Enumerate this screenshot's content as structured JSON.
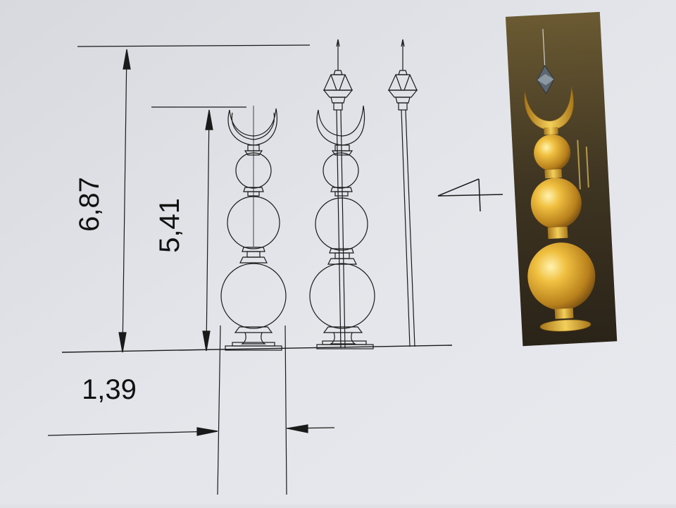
{
  "dimensions": {
    "total_height": "6,87",
    "finial_height": "5,41",
    "base_width": "1,39"
  },
  "sheet_number": "4",
  "photo_caption_line1": "",
  "colors": {
    "paper": "#dfe1e6",
    "ink": "#1a1a1a",
    "gold": "#d9a42a",
    "photo_bg": "#3b3220"
  }
}
